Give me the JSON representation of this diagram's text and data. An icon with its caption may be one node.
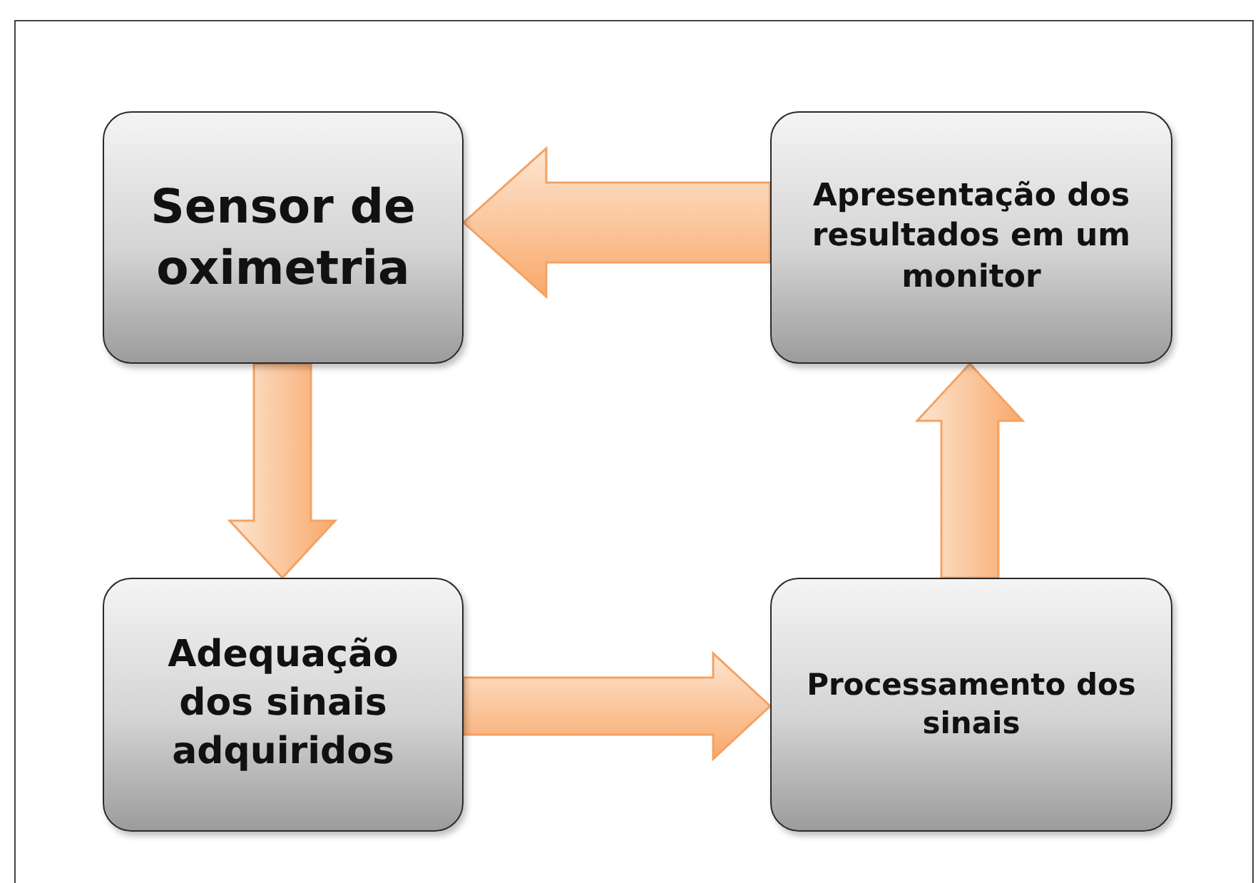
{
  "diagram": {
    "nodes": [
      {
        "text": [
          "Sensor de oximetria"
        ]
      },
      {
        "text": [
          "Apresentação dos resultados em um monitor"
        ]
      },
      {
        "text": [
          "Adequação dos sinais adquiridos"
        ]
      },
      {
        "text": [
          "Processamento dos sinais"
        ]
      }
    ],
    "edges": [
      {
        "from": 1,
        "to": 0,
        "arrow": "to"
      },
      {
        "from": 0,
        "to": 2,
        "arrow": "to"
      },
      {
        "from": 2,
        "to": 3,
        "arrow": "to"
      },
      {
        "from": 3,
        "to": 1,
        "arrow": "to"
      }
    ]
  }
}
